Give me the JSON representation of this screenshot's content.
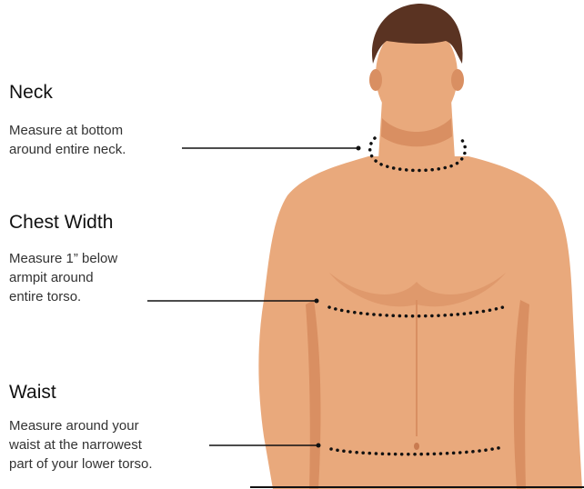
{
  "sections": [
    {
      "title": "Neck",
      "lines": [
        "Measure at bottom",
        "around entire neck."
      ]
    },
    {
      "title": "Chest Width",
      "lines": [
        "Measure 1” below",
        "armpit around",
        "entire torso."
      ]
    },
    {
      "title": "Waist",
      "lines": [
        "Measure around your",
        "waist at the narrowest",
        "part of your lower torso."
      ]
    }
  ],
  "colors": {
    "skin": "#e9a97c",
    "skin_shadow": "#d98f62",
    "hair": "#5a3322",
    "line": "#111111"
  }
}
